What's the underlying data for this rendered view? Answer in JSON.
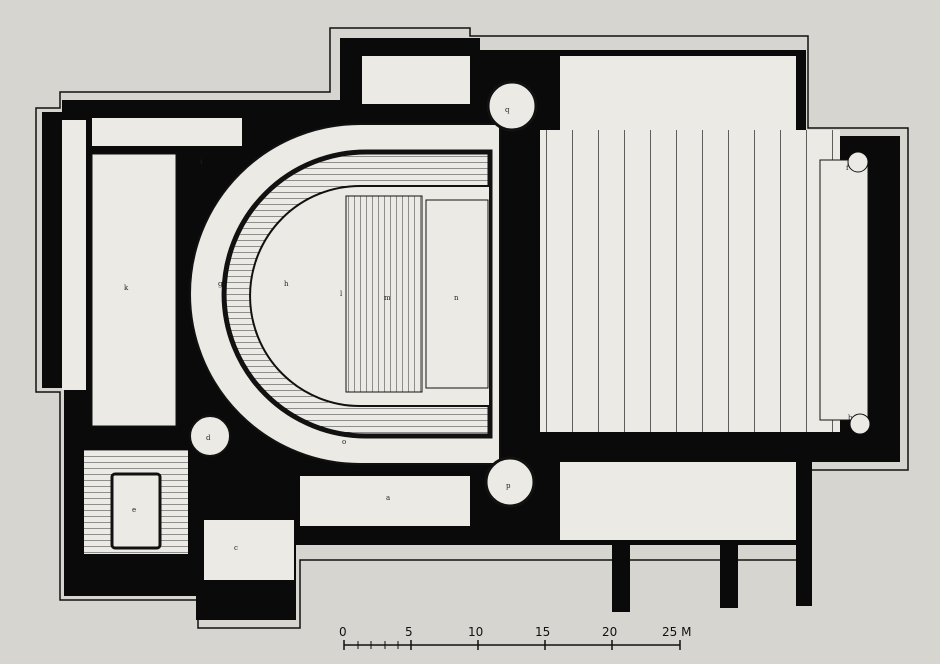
{
  "scale_bar": {
    "ticks": [
      "0",
      "5",
      "10",
      "15",
      "20",
      "25 M"
    ]
  },
  "room_letters": {
    "a": "a",
    "b": "b",
    "c": "c",
    "d": "d",
    "e": "e",
    "f": "f",
    "g": "g",
    "h": "h",
    "i": "i",
    "k": "k",
    "l": "l",
    "m": "m",
    "n": "n",
    "o": "o",
    "p": "p",
    "q": "q"
  },
  "colors": {
    "paper": "#d6d5d0",
    "wall": "#0a0a0a",
    "floor": "#ebeae4",
    "line": "#111111"
  }
}
